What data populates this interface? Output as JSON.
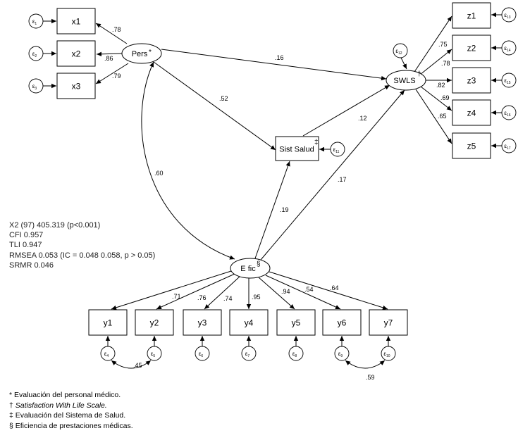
{
  "diagram": {
    "observed": {
      "x1": "x1",
      "x2": "x2",
      "x3": "x3",
      "z1": "z1",
      "z2": "z2",
      "z3": "z3",
      "z4": "z4",
      "z5": "z5",
      "y1": "y1",
      "y2": "y2",
      "y3": "y3",
      "y4": "y4",
      "y5": "y5",
      "y6": "y6",
      "y7": "y7",
      "sist": "Sist Salud"
    },
    "latent": {
      "pers": "Pers",
      "swls": "SWLS",
      "efic": "E fic"
    },
    "marks": {
      "pers": "*",
      "swls": "†",
      "sist": "‡",
      "efic": "§"
    },
    "errors": {
      "e1": "1",
      "e2": "2",
      "e3": "3",
      "e4": "4",
      "e5": "5",
      "e6": "6",
      "e7": "7",
      "e8": "8",
      "e9": "9",
      "e10": "10",
      "e11": "11",
      "e12": "12",
      "e13": "13",
      "e14": "14",
      "e15": "15",
      "e16": "16",
      "e17": "17"
    },
    "error_symbol": "ε",
    "coefficients": {
      "pers_x1": ".78",
      "pers_x2": ".86",
      "pers_x3": ".79",
      "pers_swls": ".16",
      "pers_sist": ".52",
      "pers_efic": ".60",
      "sist_swls": ".12",
      "efic_swls": ".17",
      "efic_sist": ".19",
      "swls_z1": ".75",
      "swls_z2": ".78",
      "swls_z3": ".82",
      "swls_z4": ".69",
      "swls_z5": ".65",
      "efic_y2": ".71",
      "efic_y3": ".76",
      "efic_y4": ".74",
      "efic_y5": ".95",
      "efic_y6": ".94",
      "efic_y7_a": ".54",
      "efic_y7_b": ".64",
      "cov_e4_e5": ".45",
      "cov_e9_e10": ".59"
    }
  },
  "fit": {
    "chi": "X2 (97) 405.319 (p<0.001)",
    "cfi": "CFI 0.957",
    "tli": "TLI 0.947",
    "rmsea": "RMSEA 0.053 (IC = 0.048 0.058, p > 0.05)",
    "srmr": "SRMR 0.046"
  },
  "notes": {
    "n1": "* Evaluación del personal médico.",
    "n2_mark": "† ",
    "n2_text": "Satisfaction With Life Scale.",
    "n2_end": "",
    "n3": "‡ Evaluación del Sistema de Salud.",
    "n4": "§ Eficiencia de prestaciones médicas."
  }
}
